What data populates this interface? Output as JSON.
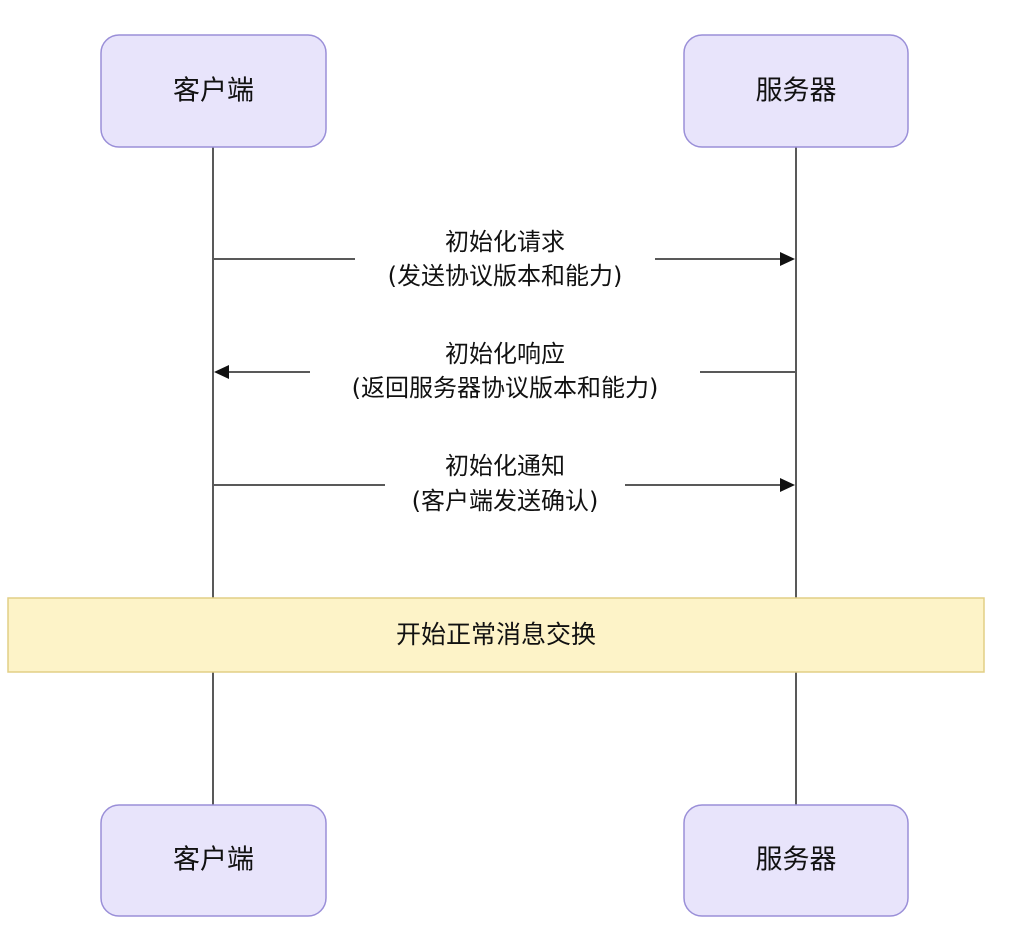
{
  "participants": {
    "client": "客户端",
    "server": "服务器"
  },
  "messages": [
    {
      "line1": "初始化请求",
      "line2": "(发送协议版本和能力)",
      "from": "client",
      "to": "server"
    },
    {
      "line1": "初始化响应",
      "line2": "(返回服务器协议版本和能力)",
      "from": "server",
      "to": "client"
    },
    {
      "line1": "初始化通知",
      "line2": "(客户端发送确认)",
      "from": "client",
      "to": "server"
    }
  ],
  "band": {
    "label": "开始正常消息交换"
  },
  "colors": {
    "participant_fill": "#e8e4fb",
    "participant_border": "#9a8fd8",
    "band_fill": "#fdf3c8",
    "band_border": "#e2cf86"
  }
}
